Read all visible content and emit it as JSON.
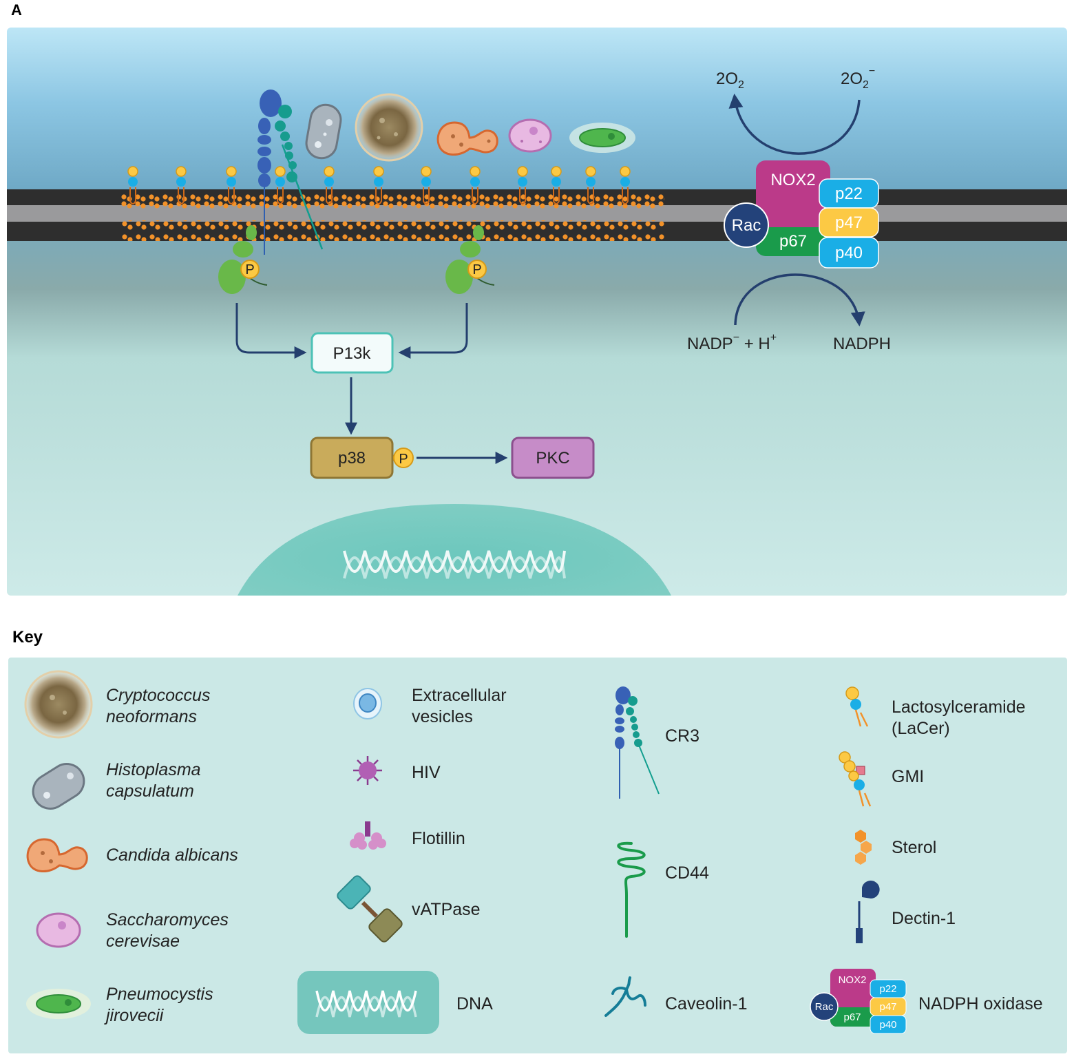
{
  "panel_label": "A",
  "key_title": "Key",
  "nodes": {
    "pi3k": "P13k",
    "p38": "p38",
    "phospho": "P",
    "pkc": "PKC",
    "nox2": "NOX2",
    "p22": "p22",
    "p47": "p47",
    "p40": "p40",
    "p67": "p67",
    "rac": "Rac"
  },
  "reactions": {
    "o2_left_base": "2O",
    "o2_left_sub": "2",
    "o2_right_base": "2O",
    "o2_right_sub": "2",
    "o2_right_sup": "−",
    "nadp_base": "NADP",
    "nadp_sup": "−",
    "nadp_plus": " + H",
    "h_sup": "+",
    "nadph": "NADPH"
  },
  "key": {
    "cryptococcus": "Cryptococcus\nneoformans",
    "histoplasma": "Histoplasma\ncapsulatum",
    "candida": "Candida albicans",
    "saccharomyces": "Saccharomyces\ncerevisae",
    "pneumocystis": "Pneumocystis\njirovecii",
    "vesicles": "Extracellular\nvesicles",
    "hiv": "HIV",
    "flotillin": "Flotillin",
    "vatpase": "vATPase",
    "dna": "DNA",
    "cr3": "CR3",
    "cd44": "CD44",
    "caveolin": "Caveolin-1",
    "lacer": "Lactosylceramide\n(LaCer)",
    "gmi": "GMI",
    "sterol": "Sterol",
    "dectin": "Dectin-1",
    "nadph_oxidase": "NADPH oxidase"
  },
  "colors": {
    "arrow": "#243f6e",
    "nox2": "#bb3a89",
    "p22_p40": "#1aaee6",
    "p47": "#fcc944",
    "p67": "#1a9b4b",
    "rac": "#23427a",
    "pkc": "#c68cc8",
    "p38": "#c9ab5b",
    "lipid": "#f2922a"
  }
}
